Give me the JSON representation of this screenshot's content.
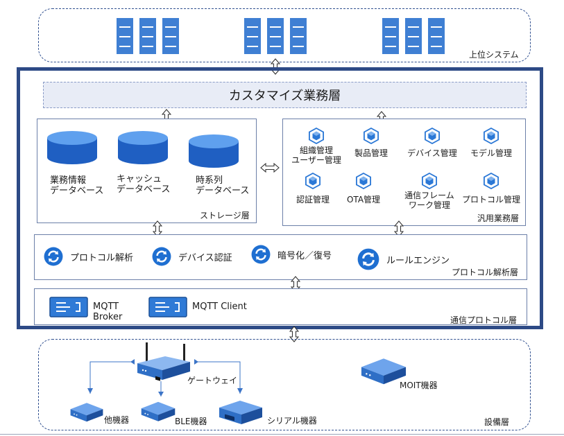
{
  "upper_system": {
    "label": "上位システム"
  },
  "main": {
    "custom_layer": "カスタマイズ業務層",
    "storage": {
      "label": "ストレージ層",
      "databases": [
        {
          "label": "業務情報\nデータベース"
        },
        {
          "label": "キャッシュ\nデータベース"
        },
        {
          "label": "時系列\nデータベース"
        }
      ]
    },
    "general": {
      "label": "汎用業務層",
      "items": [
        {
          "label": "組織管理\nユーザー管理"
        },
        {
          "label": "製品管理"
        },
        {
          "label": "デバイス管理"
        },
        {
          "label": "モデル管理"
        },
        {
          "label": "認証管理"
        },
        {
          "label": "OTA管理"
        },
        {
          "label": "通信フレーム\nワーク管理"
        },
        {
          "label": "プロトコル管理"
        }
      ]
    },
    "protocol_analysis": {
      "label": "プロトコル解析層",
      "items": [
        {
          "label": "プロトコル解析"
        },
        {
          "label": "デバイス認証"
        },
        {
          "label": "暗号化／復号"
        },
        {
          "label": "ルールエンジン"
        }
      ]
    },
    "comm_protocol": {
      "label": "通信プロトコル層",
      "items": [
        {
          "label": "MQTT\nBroker"
        },
        {
          "label": "MQTT Client"
        }
      ]
    }
  },
  "equipment": {
    "label": "設備層",
    "gateway": "ゲートウェイ",
    "other": "他機器",
    "ble": "BLE機器",
    "serial": "シリアル機器",
    "moit": "MOIT機器"
  },
  "colors": {
    "frame": "#2d4a86",
    "accent": "#1f6fd1",
    "server": "#3f7fd3"
  }
}
